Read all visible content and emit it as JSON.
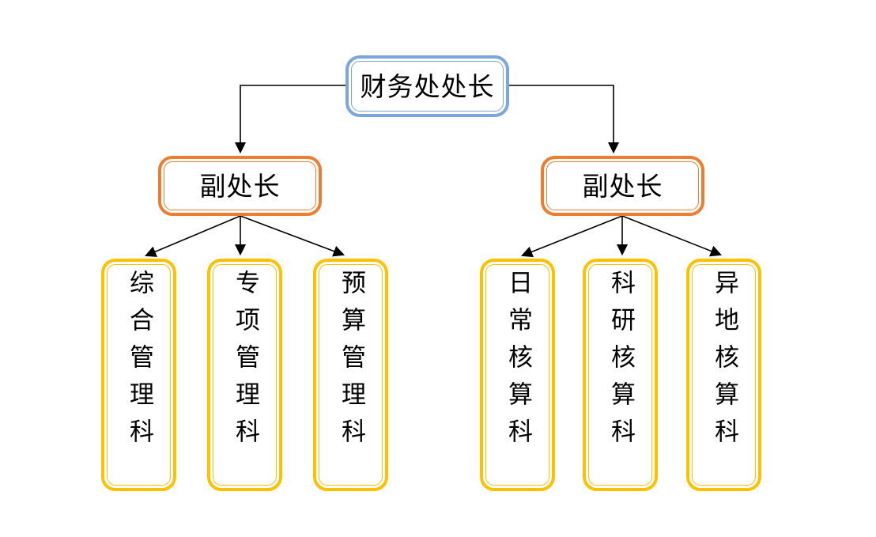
{
  "org_chart": {
    "root": {
      "label": "财务处处长",
      "border_color": "#7CA6DC"
    },
    "deputies": [
      {
        "label": "副处长",
        "border_color": "#ED7D31"
      },
      {
        "label": "副处长",
        "border_color": "#ED7D31"
      }
    ],
    "sections_left": [
      {
        "label": "综合管理科",
        "border_color": "#FFC000"
      },
      {
        "label": "专项管理科",
        "border_color": "#FFC000"
      },
      {
        "label": "预算管理科",
        "border_color": "#FFC000"
      }
    ],
    "sections_right": [
      {
        "label": "日常核算科",
        "border_color": "#FFC000"
      },
      {
        "label": "科研核算科",
        "border_color": "#FFC000"
      },
      {
        "label": "异地核算科",
        "border_color": "#FFC000"
      }
    ],
    "connector_color": "#000000",
    "background_color": "#ffffff"
  }
}
